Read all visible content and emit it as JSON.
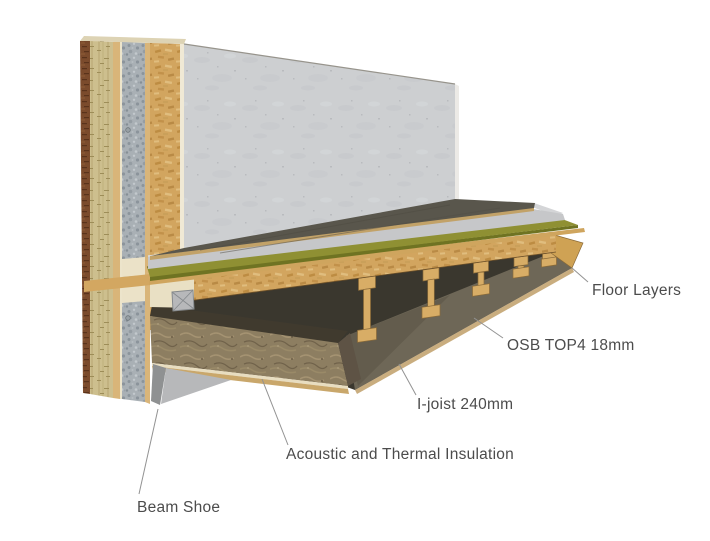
{
  "figure": {
    "type": "construction-detail-diagram",
    "subject": "floor-to-wall construction cutaway",
    "background": "#ffffff",
    "label_color": "#4c4c4c",
    "leader_line_color": "#929292",
    "annotations": [
      {
        "id": "floor-layers",
        "text": "Floor Layers"
      },
      {
        "id": "osb-top4",
        "text": "OSB TOP4 18mm"
      },
      {
        "id": "i-joist",
        "text": "I-joist 240mm"
      },
      {
        "id": "acoustic-thermal-insulation",
        "text": "Acoustic and Thermal Insulation"
      },
      {
        "id": "beam-shoe",
        "text": "Beam Shoe"
      }
    ],
    "materials": {
      "concrete_panel": "#cdcfd1",
      "osb_wood": "#d2a55f",
      "khaki_fiberboard": "#cdbf8e",
      "gray_insulation": "#a9b0b5",
      "green_layer": "#8f9033",
      "screed": "#c6c7c9",
      "dark_floor_top": "#59564c",
      "brown_insulation": "#8d7e61",
      "steel_gray": "#b7b8ba",
      "cavity_shadow": "#3a372e",
      "soffit": "#6e6757",
      "wood_edge_dark": "#7b4b2c",
      "cream_wood": "#e9e0c4",
      "joist_wood": "#d8ad66"
    }
  }
}
